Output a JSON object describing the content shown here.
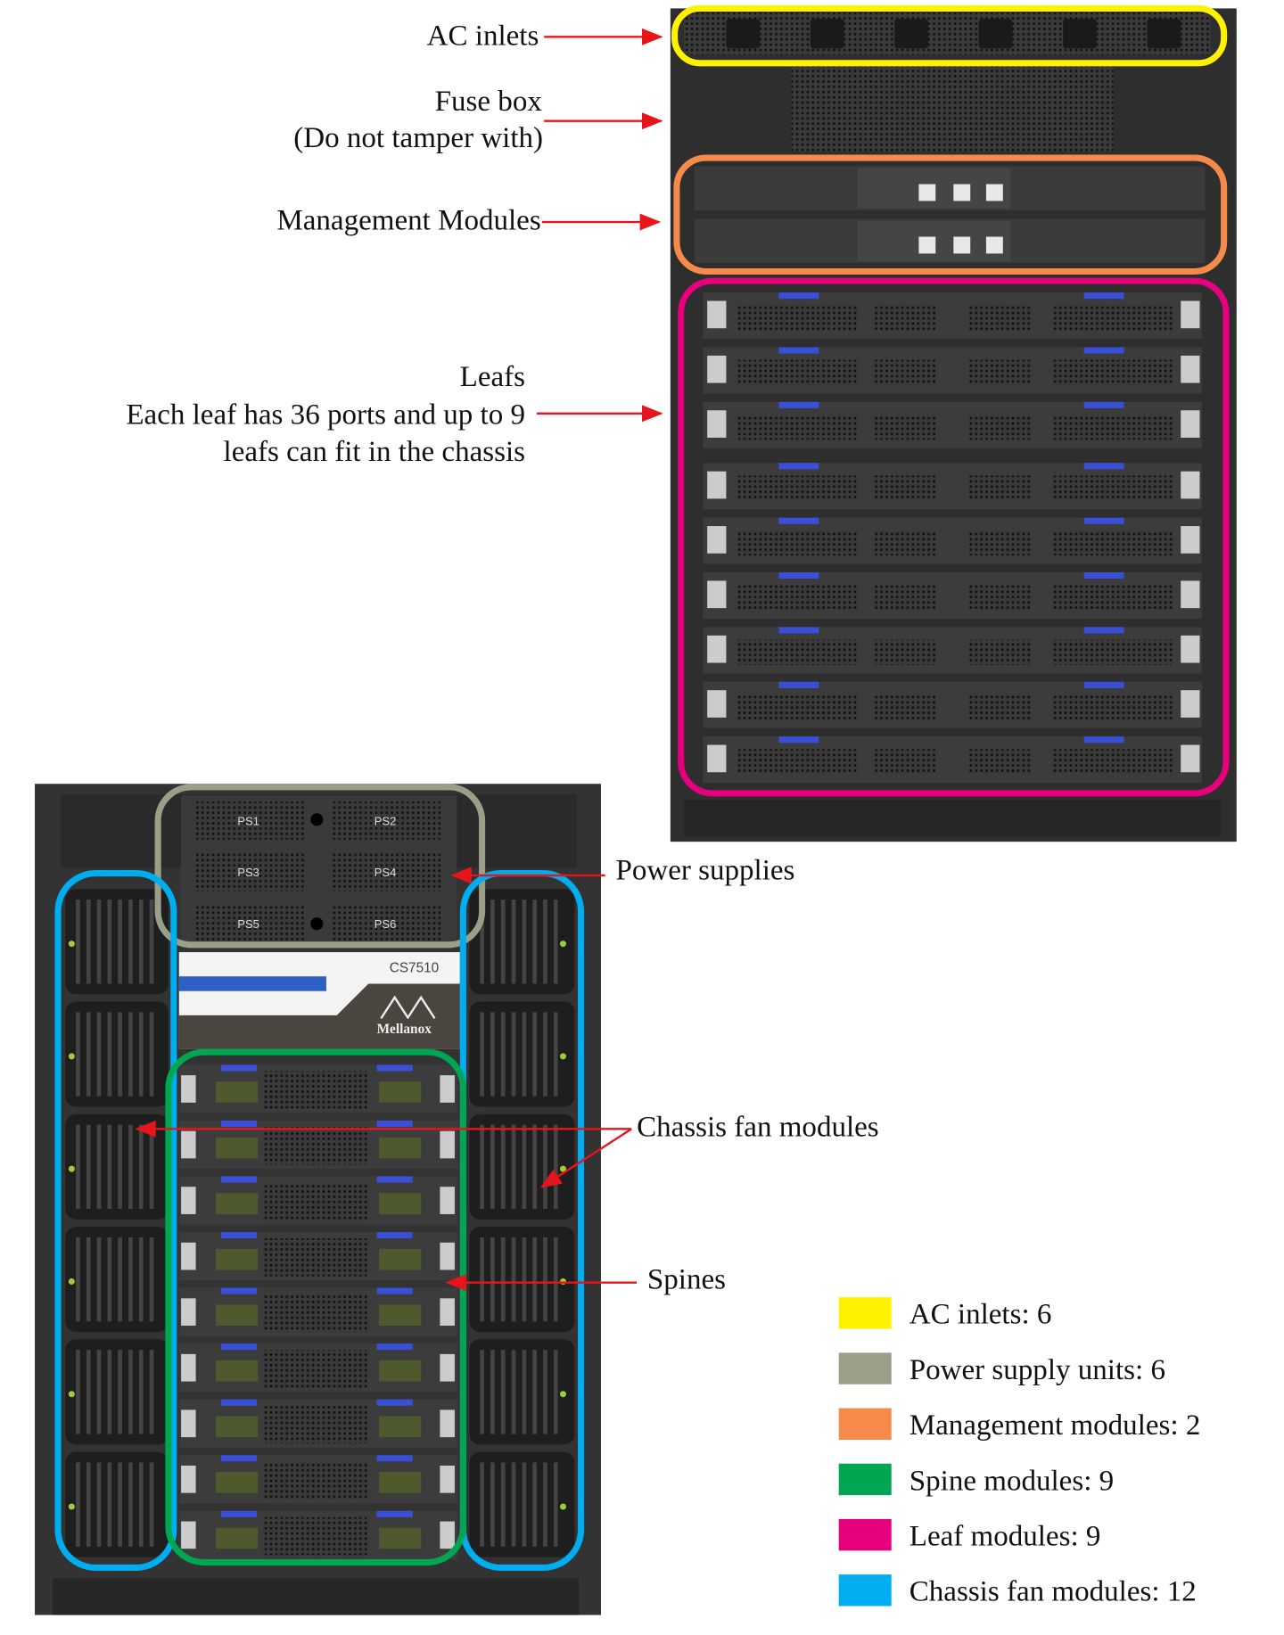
{
  "callouts": {
    "ac_inlets": "AC inlets",
    "fuse_box": "Fuse box",
    "fuse_box_note": "(Do not tamper with)",
    "management_modules": "Management Modules",
    "leafs_title": "Leafs",
    "leafs_line1": "Each leaf has 36 ports and up to 9",
    "leafs_line2": "leafs can fit in the chassis",
    "power_supplies": "Power supplies",
    "chassis_fan_modules": "Chassis fan modules",
    "spines": "Spines"
  },
  "chassis": {
    "psu_labels": [
      "PS1",
      "PS2",
      "PS3",
      "PS4",
      "PS5",
      "PS6"
    ],
    "model": "CS7510",
    "brand": "Mellanox"
  },
  "legend": [
    {
      "label": "AC inlets: 6",
      "color": "#fff200"
    },
    {
      "label": "Power supply units: 6",
      "color": "#9a9f8a"
    },
    {
      "label": "Management modules: 2",
      "color": "#f58a4b"
    },
    {
      "label": "Spine modules: 9",
      "color": "#00a651"
    },
    {
      "label": "Leaf modules: 9",
      "color": "#e6007e"
    },
    {
      "label": "Chassis fan modules: 12",
      "color": "#00aeef"
    }
  ],
  "arrow_color": "#e8141b"
}
